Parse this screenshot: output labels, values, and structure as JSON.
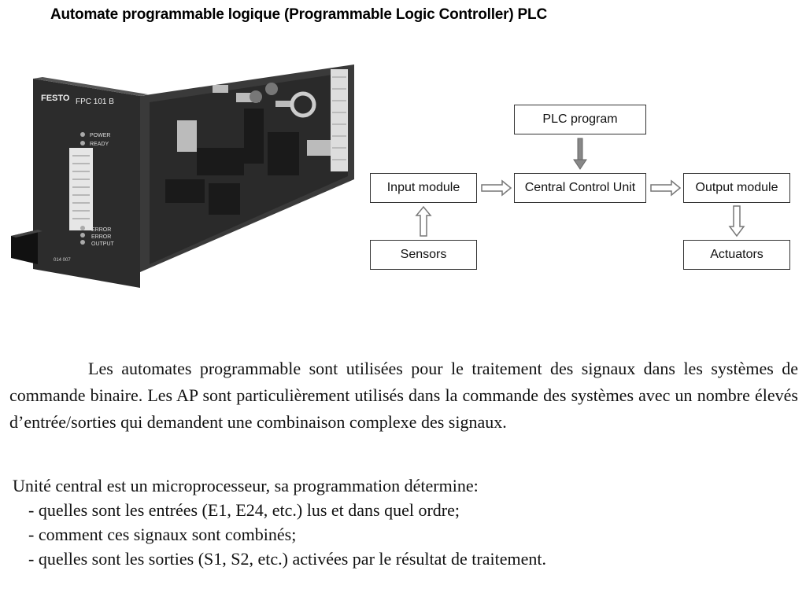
{
  "title": "Automate programmable logique (Programmable Logic Controller) PLC",
  "photo": {
    "brand": "FESTO",
    "model": "FPC   101 B",
    "leds_top": [
      "POWER",
      "READY"
    ],
    "leds_bottom": [
      "ERROR",
      "ERROR",
      "OUTPUT"
    ],
    "part_number": "014 007",
    "icon": "plc-module-photo"
  },
  "diagram": {
    "plc_program": "PLC program",
    "input_module": "Input module",
    "central_unit": "Central Control Unit",
    "output_module": "Output module",
    "sensors": "Sensors",
    "actuators": "Actuators"
  },
  "text": {
    "paragraph1": "Les automates programmable sont utilisées pour le traitement des signaux dans les systèmes de commande binaire. Les AP sont particulièrement utilisés dans la commande des systèmes avec un nombre élevés d’entrée/sorties qui demandent une combinaison complexe des signaux.",
    "paragraph2_intro": "Unité central est un microprocesseur, sa programmation détermine:",
    "items": [
      "- quelles sont les entrées (E1, E24, etc.)  lus et dans quel ordre;",
      "- comment ces signaux sont combinés;",
      "- quelles sont les sorties (S1, S2, etc.) activées par le résultat de traitement."
    ]
  },
  "colors": {
    "arrow": "#888888",
    "box_border": "#333333"
  }
}
